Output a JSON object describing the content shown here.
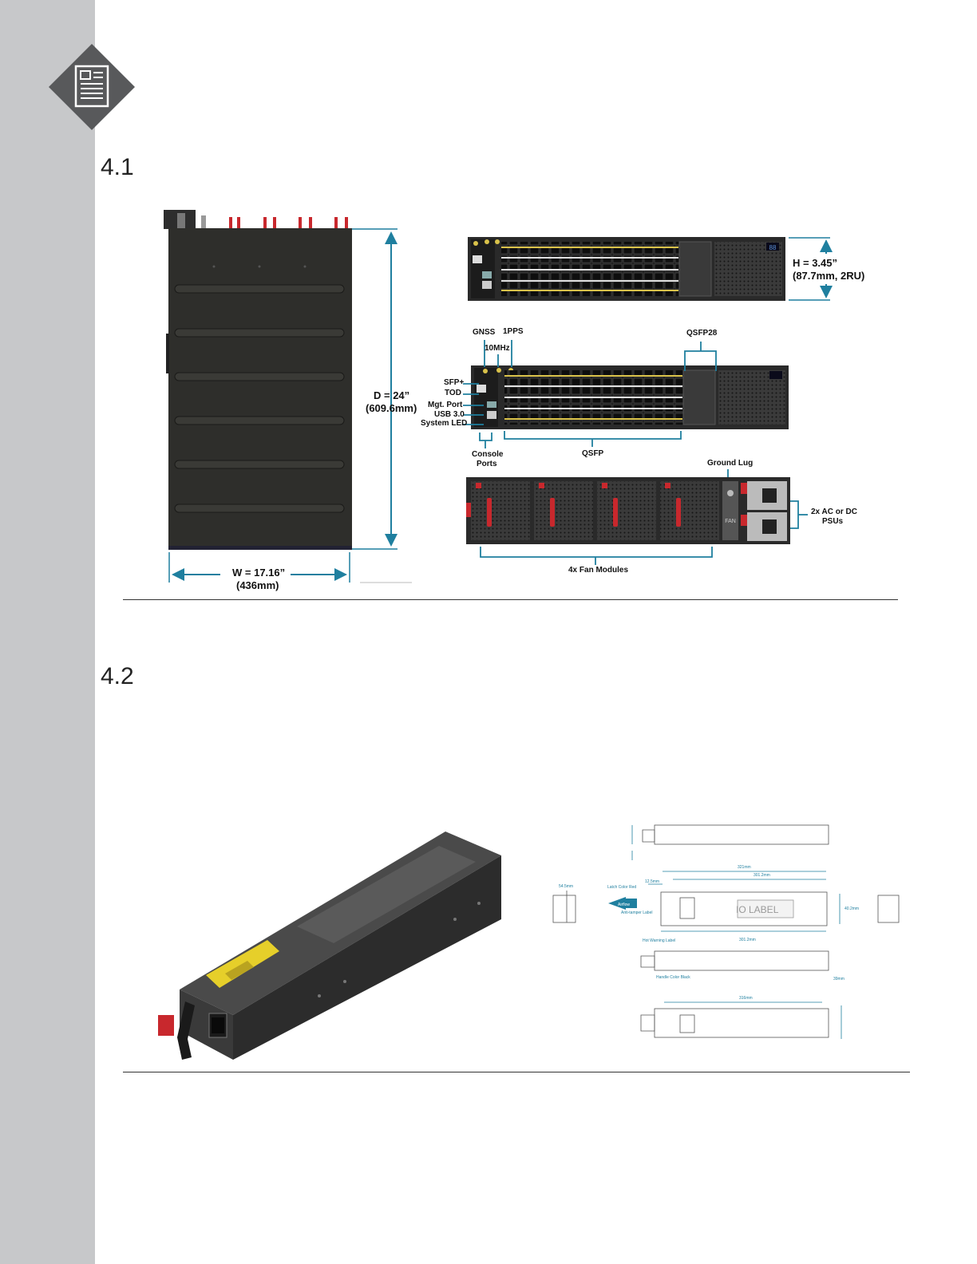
{
  "sections": [
    {
      "number": "4.1"
    },
    {
      "number": "4.2"
    }
  ],
  "figure1": {
    "height_label": "H = 3.45”",
    "height_sub": "(87.7mm, 2RU)",
    "depth_label": "D = 24”",
    "depth_sub": "(609.6mm)",
    "width_label": "W = 17.16”",
    "width_sub": "(436mm)",
    "callouts": {
      "gnss": "GNSS",
      "onepps": "1PPS",
      "tenmhz": "10MHz",
      "qsfp28": "QSFP28",
      "sfp": "SFP+",
      "tod": "TOD",
      "mgt": "Mgt. Port",
      "usb": "USB 3.0",
      "sysled": "System LED",
      "console": "Console",
      "ports": "Ports",
      "qsfp": "QSFP",
      "ground": "Ground Lug",
      "psu1": "2x AC or DC",
      "psu2": "PSUs",
      "fans": "4x Fan Modules"
    },
    "display_digits": "88",
    "fan_text": "FAN"
  },
  "figure2": {
    "io_label": "IO LABEL",
    "airflow": "Airflow",
    "dims": {
      "d1": "321mm",
      "d2": "301.2mm",
      "d3": "301.2mm",
      "d4": "316mm",
      "d5": "12.5mm",
      "d6": "54.5mm",
      "d7": "40.2mm",
      "d8": "39mm"
    },
    "notes": {
      "latch": "Latch Color Red",
      "anti": "Anti-tamper Label",
      "hot": "Hot Warning Label",
      "handle": "Handle Color Black"
    }
  },
  "colors": {
    "sidebar": "#c7c8ca",
    "dimension_teal": "#1f7f9f",
    "icon_gray": "#58595b",
    "chassis": "#2b2b2b",
    "latch_red": "#c8282d",
    "port_yellow": "#d9c24a"
  }
}
